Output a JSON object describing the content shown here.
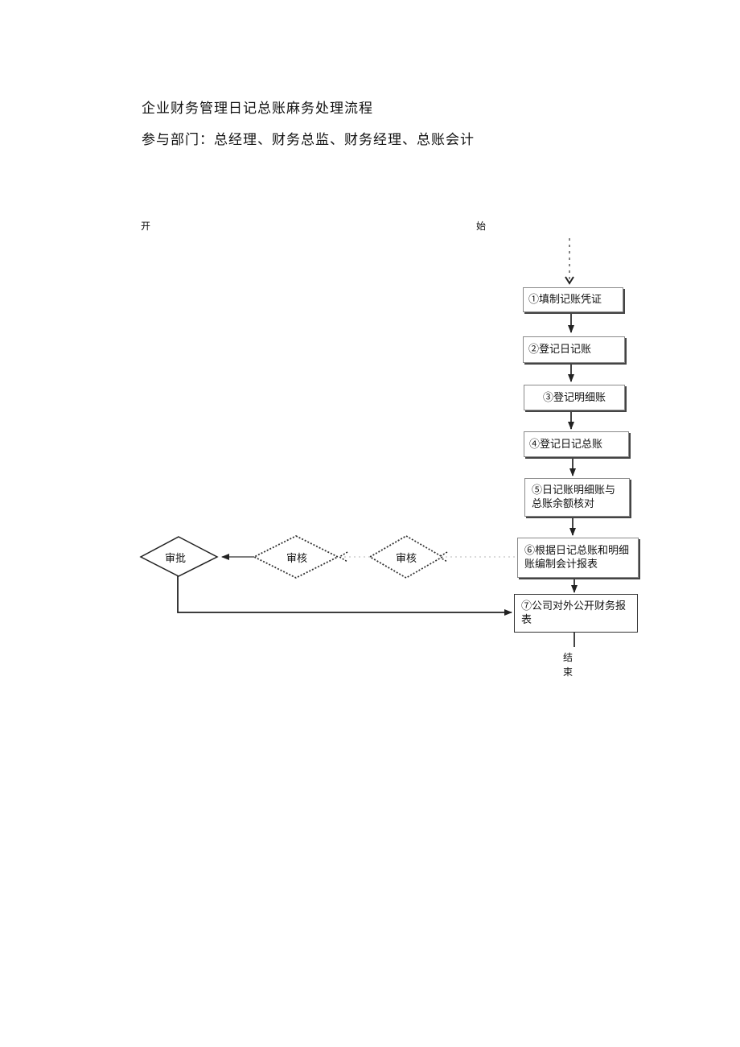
{
  "doc": {
    "title": "企业财务管理日记总账麻务处理流程",
    "departments": "参与部门：总经理、财务总监、财务经理、总账会计"
  },
  "flow": {
    "start_left": "开",
    "start_right": "始",
    "end_top": "结",
    "end_bottom": "束",
    "steps": [
      {
        "label": "①填制记账凭证"
      },
      {
        "label": "②登记日记账"
      },
      {
        "label": "③登记明细账"
      },
      {
        "label": "④登记日记总账"
      },
      {
        "label": "⑤日记账明细账与总账余额核对"
      },
      {
        "label": "⑥根据日记总账和明细账编制会计报表"
      },
      {
        "label": "⑦公司对外公开财务报表"
      }
    ],
    "decisions": [
      {
        "label": "审核"
      },
      {
        "label": "审核"
      },
      {
        "label": "审批"
      }
    ]
  }
}
